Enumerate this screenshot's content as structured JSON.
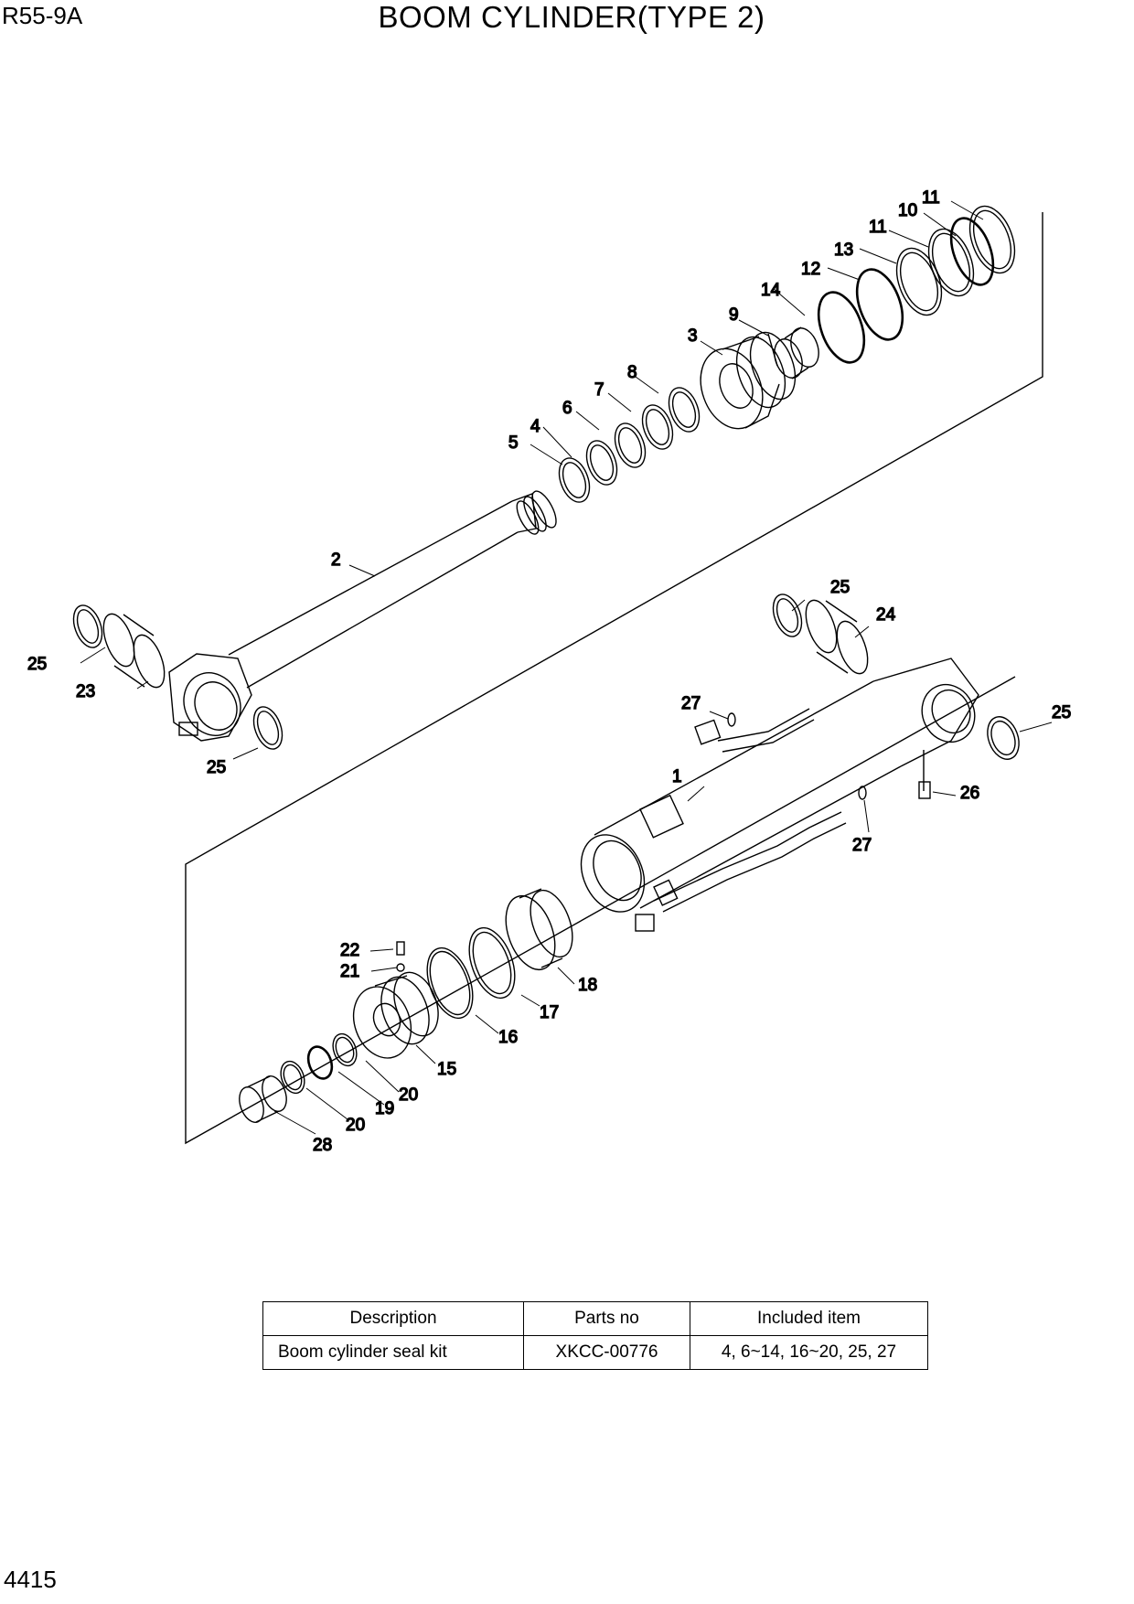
{
  "header": {
    "model": "R55-9A",
    "title": "BOOM CYLINDER(TYPE 2)"
  },
  "footer": {
    "page_number": "4415"
  },
  "callouts": {
    "c1": "1",
    "c2": "2",
    "c3": "3",
    "c4": "4",
    "c5": "5",
    "c6": "6",
    "c7": "7",
    "c8": "8",
    "c9": "9",
    "c10": "10",
    "c11a": "11",
    "c11b": "11",
    "c12": "12",
    "c13": "13",
    "c14": "14",
    "c15": "15",
    "c16": "16",
    "c17": "17",
    "c18": "18",
    "c19": "19",
    "c20a": "20",
    "c20b": "20",
    "c21": "21",
    "c22": "22",
    "c23": "23",
    "c24": "24",
    "c25a": "25",
    "c25b": "25",
    "c25c": "25",
    "c25d": "25",
    "c26": "26",
    "c27a": "27",
    "c27b": "27",
    "c28": "28"
  },
  "kit_table": {
    "headers": {
      "description": "Description",
      "parts_no": "Parts no",
      "included": "Included item"
    },
    "row": {
      "description": "Boom cylinder seal kit",
      "parts_no": "XKCC-00776",
      "included": "4, 6~14, 16~20, 25, 27"
    }
  }
}
